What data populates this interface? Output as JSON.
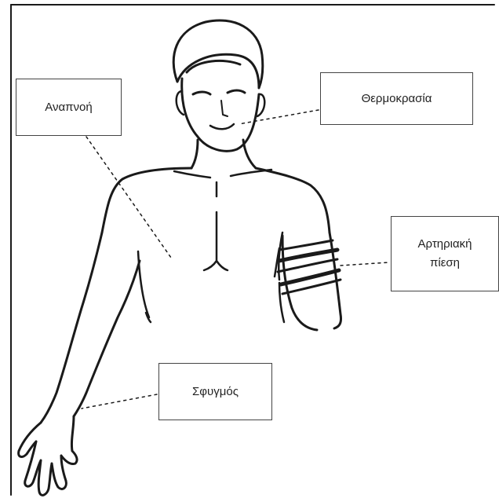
{
  "labels": {
    "breathing": "Αναπνοή",
    "temperature": "Θερμοκρασία",
    "blood_pressure_line1": "Αρτηριακή",
    "blood_pressure_line2": "πίεση",
    "pulse": "Σφυγμός"
  }
}
